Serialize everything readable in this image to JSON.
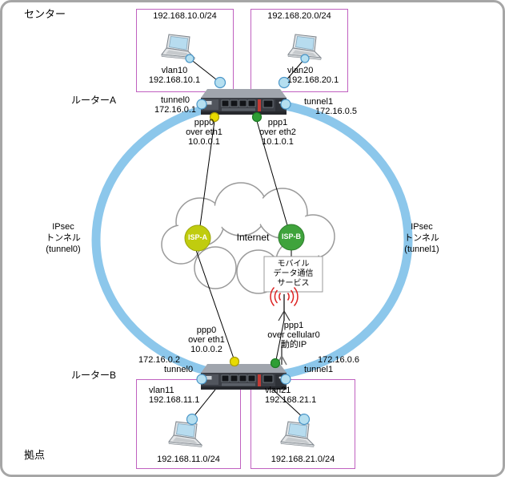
{
  "canvas": {
    "site_top": "センター",
    "site_bottom": "拠点"
  },
  "lan_top_left": {
    "subnet": "192.168.10.0/24",
    "vlan": "vlan10",
    "vlan_ip": "192.168.10.1"
  },
  "lan_top_right": {
    "subnet": "192.168.20.0/24",
    "vlan": "vlan20",
    "vlan_ip": "192.168.20.1"
  },
  "router_a": {
    "name": "ルーターA",
    "tunnel0": {
      "label": "tunnel0",
      "ip": "172.16.0.1"
    },
    "tunnel1": {
      "label": "tunnel1",
      "ip": "172.16.0.5"
    },
    "ppp0": {
      "label": "ppp0",
      "over": "over eth1",
      "ip": "10.0.0.1"
    },
    "ppp1": {
      "label": "ppp1",
      "over": "over eth2",
      "ip": "10.1.0.1"
    }
  },
  "internet": {
    "label": "Internet",
    "isp_a": "ISP-A",
    "isp_b": "ISP-B",
    "mobile_service": {
      "line1": "モバイル",
      "line2": "データ通信",
      "line3": "サービス"
    }
  },
  "ipsec_left": {
    "line1": "IPsec",
    "line2": "トンネル",
    "line3": "(tunnel0)"
  },
  "ipsec_right": {
    "line1": "IPsec",
    "line2": "トンネル",
    "line3": "(tunnel1)"
  },
  "router_b": {
    "name": "ルーターB",
    "tunnel0": {
      "label": "tunnel0",
      "ip": "172.16.0.2"
    },
    "tunnel1": {
      "label": "tunnel1",
      "ip": "172.16.0.6"
    },
    "ppp0": {
      "label": "ppp0",
      "over": "over eth1",
      "ip": "10.0.0.2"
    },
    "ppp1": {
      "label": "ppp1",
      "over": "over cellular0",
      "ip": "動的IP"
    }
  },
  "lan_bottom_left": {
    "subnet": "192.168.11.0/24",
    "vlan": "vlan11",
    "vlan_ip": "192.168.11.1"
  },
  "lan_bottom_right": {
    "subnet": "192.168.21.0/24",
    "vlan": "vlan21",
    "vlan_ip": "192.168.21.1"
  },
  "colors": {
    "ipsec_ring": "#8cc7eb",
    "isp_a_fill": "#c0cc0e",
    "isp_b_fill": "#3fa33c",
    "lan_border": "#c061c0",
    "node_fill": "#b5dff0",
    "wan_yellow": "#e8da00",
    "wan_green": "#2f9e35"
  }
}
